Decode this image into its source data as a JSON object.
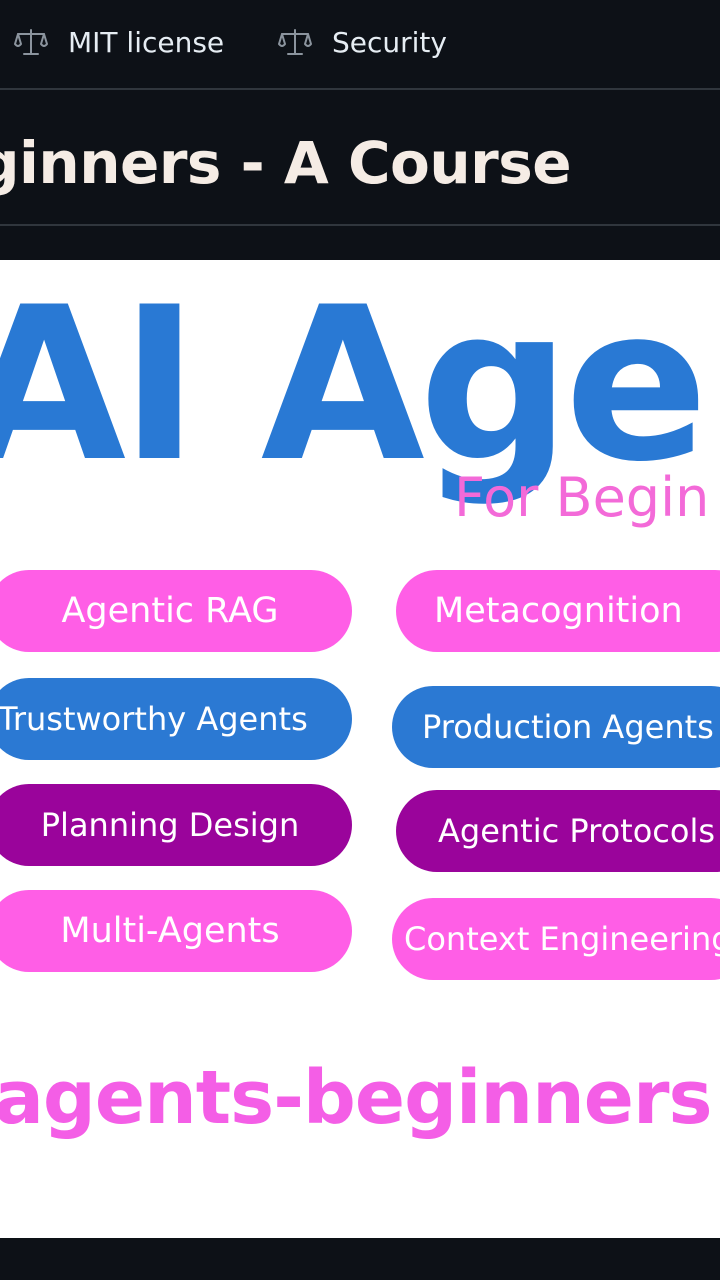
{
  "meta": {
    "license_label": "MIT license",
    "security_label": "Security"
  },
  "repo": {
    "title_visible": "ginners - A Course"
  },
  "banner": {
    "title": "AI Agent",
    "subtitle": "For Begin",
    "topics": [
      {
        "label": "Agentic RAG",
        "color": "#ff5ee6"
      },
      {
        "label": "Metacognition",
        "color": "#ff5ee6"
      },
      {
        "label": "Trustworthy Agents",
        "color": "#2b79d3"
      },
      {
        "label": "Production Agents",
        "color": "#2b79d3"
      },
      {
        "label": "Planning Design",
        "color": "#9a049b"
      },
      {
        "label": "Agentic Protocols",
        "color": "#9a049b"
      },
      {
        "label": "Multi-Agents",
        "color": "#ff5ee6"
      },
      {
        "label": "Context Engineering",
        "color": "#ff5ee6"
      }
    ],
    "slug": "agents-beginners"
  },
  "colors": {
    "background_dark": "#0d1117",
    "title_blue": "#2979d4",
    "accent_pink": "#ff5ee6",
    "accent_purple": "#9a049b"
  },
  "icons": {
    "license": "scale-icon",
    "security": "scale-icon"
  }
}
